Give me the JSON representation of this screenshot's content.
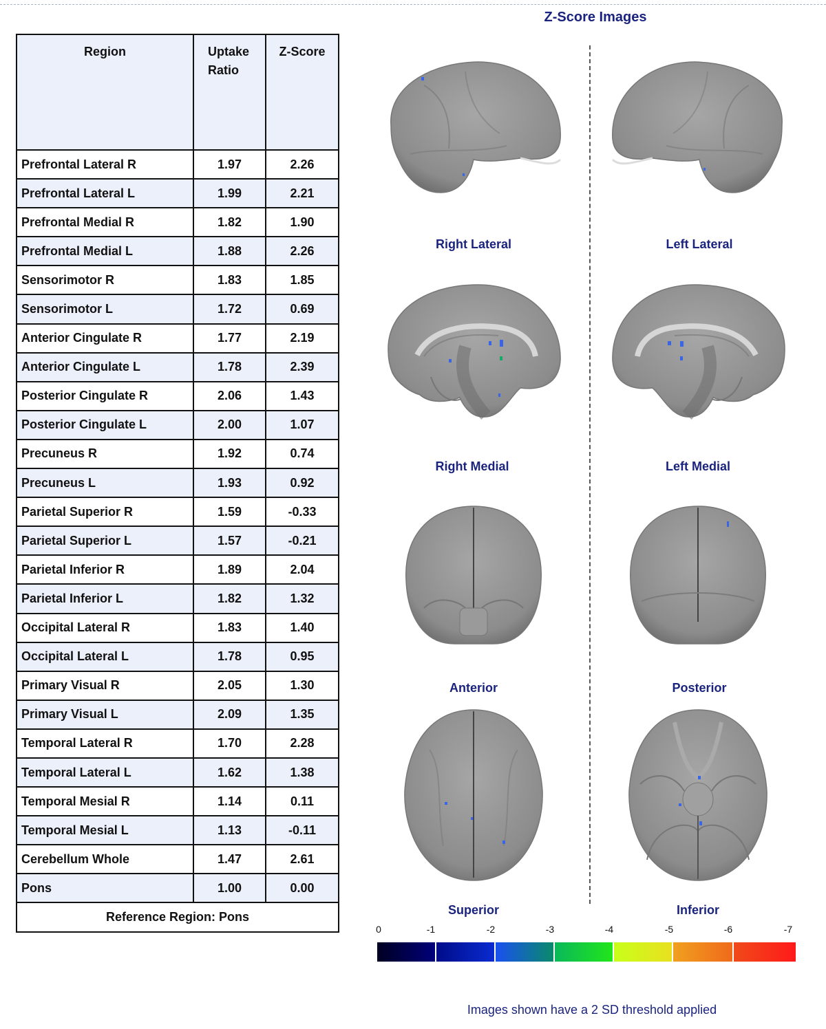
{
  "table": {
    "headers": {
      "region": "Region",
      "uptake_line1": "Uptake",
      "uptake_line2": "Ratio",
      "zscore": "Z-Score"
    },
    "rows": [
      {
        "region": "Prefrontal Lateral R",
        "uptake": "1.97",
        "z": "2.26"
      },
      {
        "region": "Prefrontal Lateral L",
        "uptake": "1.99",
        "z": "2.21"
      },
      {
        "region": "Prefrontal Medial R",
        "uptake": "1.82",
        "z": "1.90"
      },
      {
        "region": "Prefrontal Medial L",
        "uptake": "1.88",
        "z": "2.26"
      },
      {
        "region": "Sensorimotor R",
        "uptake": "1.83",
        "z": "1.85"
      },
      {
        "region": "Sensorimotor L",
        "uptake": "1.72",
        "z": "0.69"
      },
      {
        "region": "Anterior Cingulate R",
        "uptake": "1.77",
        "z": "2.19"
      },
      {
        "region": "Anterior Cingulate L",
        "uptake": "1.78",
        "z": "2.39"
      },
      {
        "region": "Posterior Cingulate R",
        "uptake": "2.06",
        "z": "1.43"
      },
      {
        "region": "Posterior Cingulate L",
        "uptake": "2.00",
        "z": "1.07"
      },
      {
        "region": "Precuneus R",
        "uptake": "1.92",
        "z": "0.74"
      },
      {
        "region": "Precuneus L",
        "uptake": "1.93",
        "z": "0.92"
      },
      {
        "region": "Parietal Superior R",
        "uptake": "1.59",
        "z": "-0.33"
      },
      {
        "region": "Parietal Superior L",
        "uptake": "1.57",
        "z": "-0.21"
      },
      {
        "region": "Parietal Inferior R",
        "uptake": "1.89",
        "z": "2.04"
      },
      {
        "region": "Parietal Inferior L",
        "uptake": "1.82",
        "z": "1.32"
      },
      {
        "region": "Occipital Lateral R",
        "uptake": "1.83",
        "z": "1.40"
      },
      {
        "region": "Occipital Lateral L",
        "uptake": "1.78",
        "z": "0.95"
      },
      {
        "region": "Primary Visual R",
        "uptake": "2.05",
        "z": "1.30"
      },
      {
        "region": "Primary Visual L",
        "uptake": "2.09",
        "z": "1.35"
      },
      {
        "region": "Temporal Lateral R",
        "uptake": "1.70",
        "z": "2.28"
      },
      {
        "region": "Temporal Lateral L",
        "uptake": "1.62",
        "z": "1.38"
      },
      {
        "region": "Temporal Mesial R",
        "uptake": "1.14",
        "z": "0.11"
      },
      {
        "region": "Temporal Mesial L",
        "uptake": "1.13",
        "z": "-0.11"
      },
      {
        "region": "Cerebellum Whole",
        "uptake": "1.47",
        "z": "2.61"
      },
      {
        "region": "Pons",
        "uptake": "1.00",
        "z": "0.00"
      }
    ],
    "footer": "Reference Region: Pons"
  },
  "zscore_panel": {
    "title": "Z-Score Images",
    "views": {
      "right_lateral": "Right Lateral",
      "left_lateral": "Left Lateral",
      "right_medial": "Right Medial",
      "left_medial": "Left Medial",
      "anterior": "Anterior",
      "posterior": "Posterior",
      "superior": "Superior",
      "inferior": "Inferior"
    },
    "colorbar": {
      "ticks": [
        "0",
        "-1",
        "-2",
        "-3",
        "-4",
        "-5",
        "-6",
        "-7"
      ],
      "colors": {
        "seg0": [
          "#000022",
          "#00007a"
        ],
        "seg1": [
          "#000c8a",
          "#0a2bd0"
        ],
        "seg2": [
          "#1a50f0",
          "#0a8a6a"
        ],
        "seg3": [
          "#0ab85a",
          "#22e61a"
        ],
        "seg4": [
          "#c8ff1a",
          "#e8e020"
        ],
        "seg5": [
          "#f0a020",
          "#f06a1a"
        ],
        "seg6": [
          "#f04a1a",
          "#ff1a1a"
        ]
      }
    },
    "footnote": "Images shown have a 2 SD threshold applied"
  },
  "colors": {
    "label_navy": "#1a237e",
    "row_shade": "#ecf0fb",
    "brain_gray": "#8f8f8f",
    "highlight_blue": "#3a66e6"
  }
}
